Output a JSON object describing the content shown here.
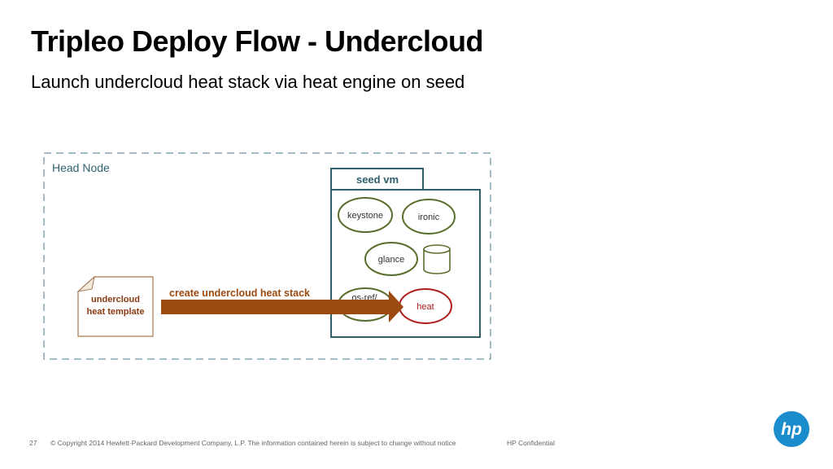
{
  "slide": {
    "title": "Tripleo Deploy Flow - Undercloud",
    "subtitle": "Launch undercloud heat stack via heat engine on seed"
  },
  "diagram": {
    "head_node_label": "Head Node",
    "seed_vm_label": "seed vm",
    "services": {
      "keystone": "keystone",
      "ironic": "ironic",
      "glance": "glance",
      "os_refresh": "os-ref/",
      "heat": "heat"
    },
    "template_line1": "undercloud",
    "template_line2": "heat template",
    "arrow_label": "create undercloud heat stack"
  },
  "footer": {
    "page_number": "27",
    "copyright": "© Copyright 2014 Hewlett-Packard Development Company, L.P.  The information contained herein is subject to change without notice",
    "confidential": "HP Confidential"
  },
  "logo": {
    "text": "hp"
  },
  "colors": {
    "dashed_border": "#4a7b8c",
    "seed_border": "#2e5f6b",
    "service_green": "#5a6e2c",
    "heat_red": "#b01c1c",
    "arrow_brown": "#9c4a12",
    "template_border": "#a57a4f",
    "template_text": "#8a3a10",
    "hp_blue": "#1b8ccc"
  }
}
